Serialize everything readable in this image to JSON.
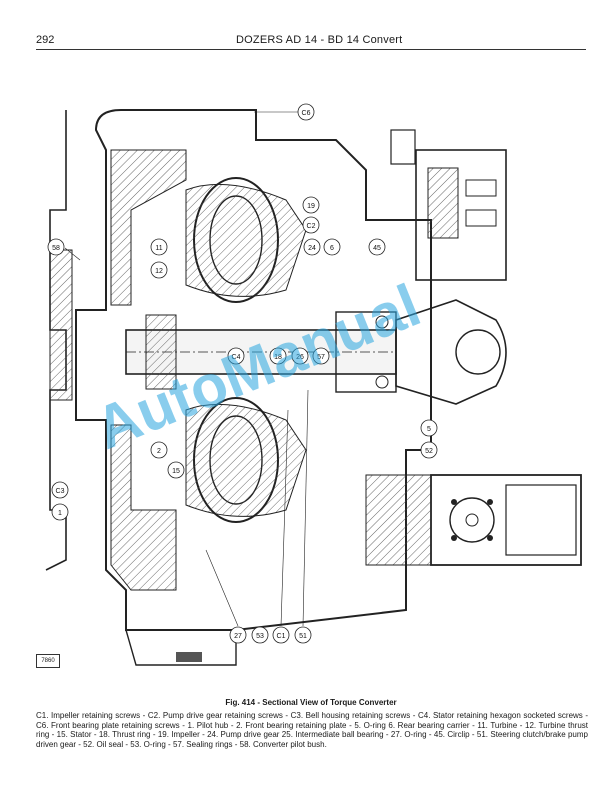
{
  "header": {
    "page_number": "292",
    "title": "DOZERS  AD 14 - BD 14  Convert"
  },
  "figure": {
    "callouts": [
      "C6",
      "19",
      "C2",
      "24",
      "6",
      "45",
      "58",
      "11",
      "12",
      "C4",
      "18",
      "26",
      "57",
      "2",
      "15",
      "5",
      "52",
      "C3",
      "1",
      "27",
      "53",
      "C1",
      "51"
    ],
    "reference_code": "7860",
    "watermark": "AutoManual"
  },
  "caption": {
    "title": "Fig. 414 - Sectional View of Torque Converter",
    "legend": "C1. Impeller retaining screws - C2. Pump drive gear retaining screws - C3. Bell housing retaining screws - C4. Stator retaining hexagon socketed screws - C6. Front bearing plate retaining screws - 1. Pilot hub - 2. Front bearing retaining plate - 5. O-ring 6. Rear bearing carrier - 11. Turbine - 12. Turbine thrust ring - 15. Stator - 18. Thrust ring - 19. Impeller - 24. Pump drive gear 25. Intermediate ball bearing - 27. O-ring - 45. Circlip - 51. Steering clutch/brake pump driven gear - 52. Oil seal - 53. O-ring - 57. Sealing rings - 58. Converter pilot bush."
  }
}
